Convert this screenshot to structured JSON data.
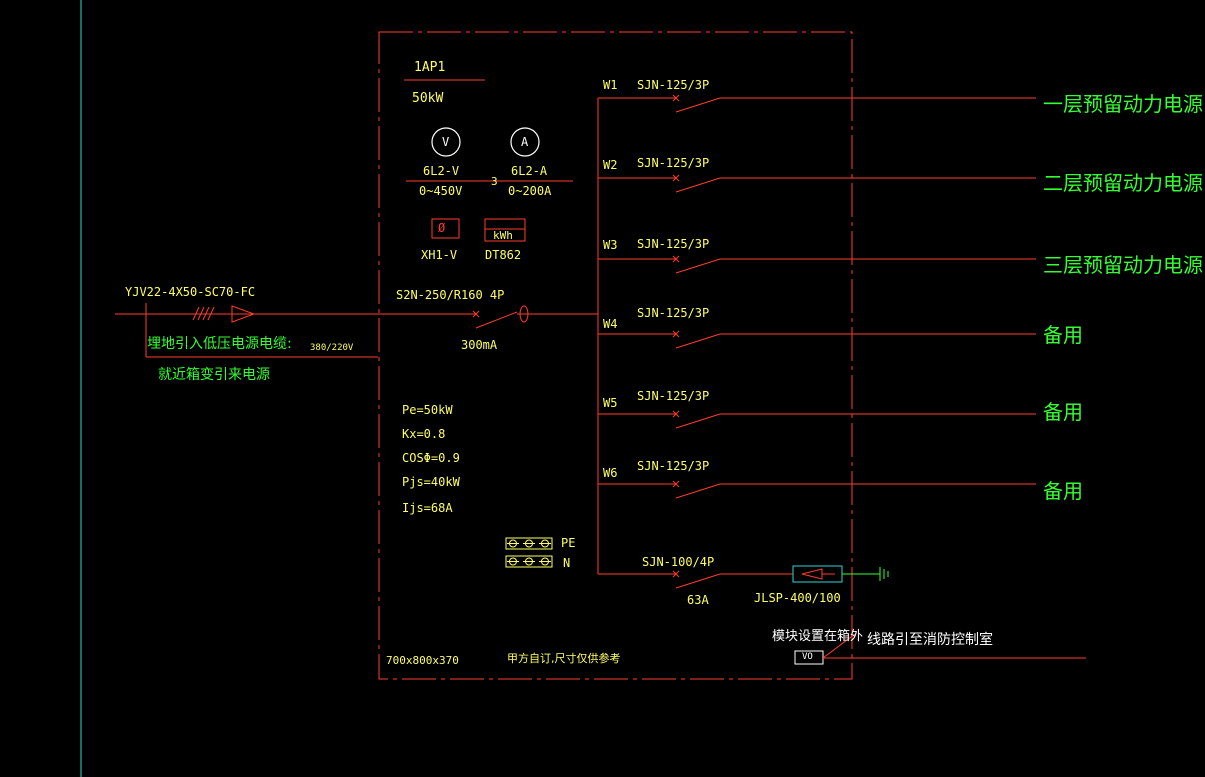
{
  "panel": {
    "id": "1AP1",
    "power": "50kW",
    "size": "700x800x370",
    "note": "甲方自订,尺寸仅供参考"
  },
  "meters": {
    "volt_symbol": "V",
    "amp_symbol": "A",
    "volt_model": "6L2-V",
    "volt_range": "0~450V",
    "amp_model": "6L2-A",
    "amp_range": "0~200A",
    "ct_count": "3",
    "phase_symbol": "Ø",
    "kwh_symbol": "kWh",
    "phase_switch": "XH1-V",
    "energy_meter": "DT862"
  },
  "incoming": {
    "cable": "YJV22-4X50-SC70-FC",
    "desc1": "埋地引入低压电源电缆:",
    "desc2": "就近箱变引来电源",
    "voltage": "380/220V",
    "breaker": "S2N-250/R160 4P",
    "leakage": "300mA"
  },
  "calc": {
    "pe": "Pe=50kW",
    "kx": "Kx=0.8",
    "cos": "COSΦ=0.9",
    "pjs": "Pjs=40kW",
    "ijs": "Ijs=68A"
  },
  "terminals": {
    "pe": "PE",
    "n": "N"
  },
  "outgoing": [
    {
      "id": "W1",
      "breaker": "SJN-125/3P",
      "load": "一层预留动力电源"
    },
    {
      "id": "W2",
      "breaker": "SJN-125/3P",
      "load": "二层预留动力电源"
    },
    {
      "id": "W3",
      "breaker": "SJN-125/3P",
      "load": "三层预留动力电源"
    },
    {
      "id": "W4",
      "breaker": "SJN-125/3P",
      "load": "备用"
    },
    {
      "id": "W5",
      "breaker": "SJN-125/3P",
      "load": "备用"
    },
    {
      "id": "W6",
      "breaker": "SJN-125/3P",
      "load": "备用"
    }
  ],
  "spd": {
    "breaker": "SJN-100/4P",
    "current": "63A",
    "spd_model": "JLSP-400/100"
  },
  "module": {
    "label": "模块设置在箱外",
    "box": "VO",
    "route": "线路引至消防控制室"
  },
  "colors": {
    "background": "#000000",
    "line": "#ff3b2f",
    "text_yellow": "#ffff66",
    "text_green": "#33ff33",
    "border_cyan": "#2fd6d6"
  }
}
